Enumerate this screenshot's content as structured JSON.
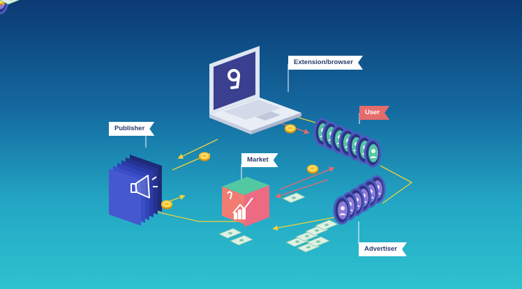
{
  "diagram": {
    "labels": {
      "extension": "Extension/browser",
      "user": "User",
      "publisher": "Publisher",
      "market": "Market",
      "advertiser": "Advertiser"
    },
    "colors": {
      "background_top": "#0b3a73",
      "background_bottom": "#2ec2cf",
      "flow_line": "#f2d23a",
      "flow_line_red": "#e66b6b",
      "coin": "#f5c22a",
      "cash": "#dff0e6",
      "user_flag": "#e66b6b",
      "label_flag": "#ffffff"
    },
    "icons": [
      "laptop-icon",
      "brand-logo-icon",
      "megaphone-icon",
      "chart-icon",
      "user-avatar-icon",
      "coin-icon",
      "cash-icon"
    ]
  }
}
